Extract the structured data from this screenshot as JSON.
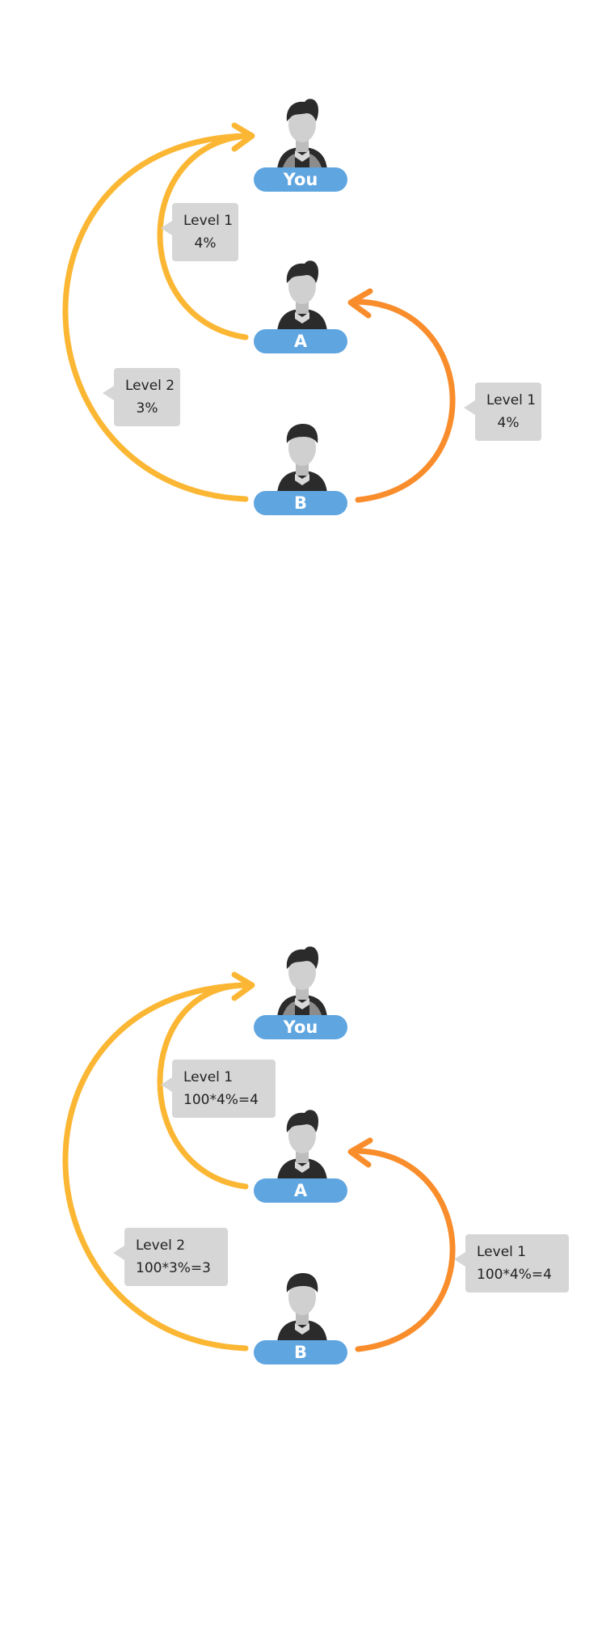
{
  "colors": {
    "yellow_arrow": "#fbb734",
    "orange_arrow": "#f98d2c",
    "pill": "#5fa5e0",
    "bubble": "#d6d6d6"
  },
  "icons": [
    "person-avatar-icon"
  ],
  "diagram_top": {
    "nodes": {
      "you": "You",
      "a": "A",
      "b": "B"
    },
    "bubbles": {
      "a_to_you": [
        "Level 1",
        "4%"
      ],
      "b_to_you": [
        "Level 2",
        "3%"
      ],
      "b_to_a": [
        "Level 1",
        "4%"
      ]
    }
  },
  "diagram_bottom": {
    "nodes": {
      "you": "You",
      "a": "A",
      "b": "B"
    },
    "bubbles": {
      "a_to_you": [
        "Level 1",
        "100*4%=4"
      ],
      "b_to_you": [
        "Level 2",
        "100*3%=3"
      ],
      "b_to_a": [
        "Level 1",
        "100*4%=4"
      ]
    }
  }
}
